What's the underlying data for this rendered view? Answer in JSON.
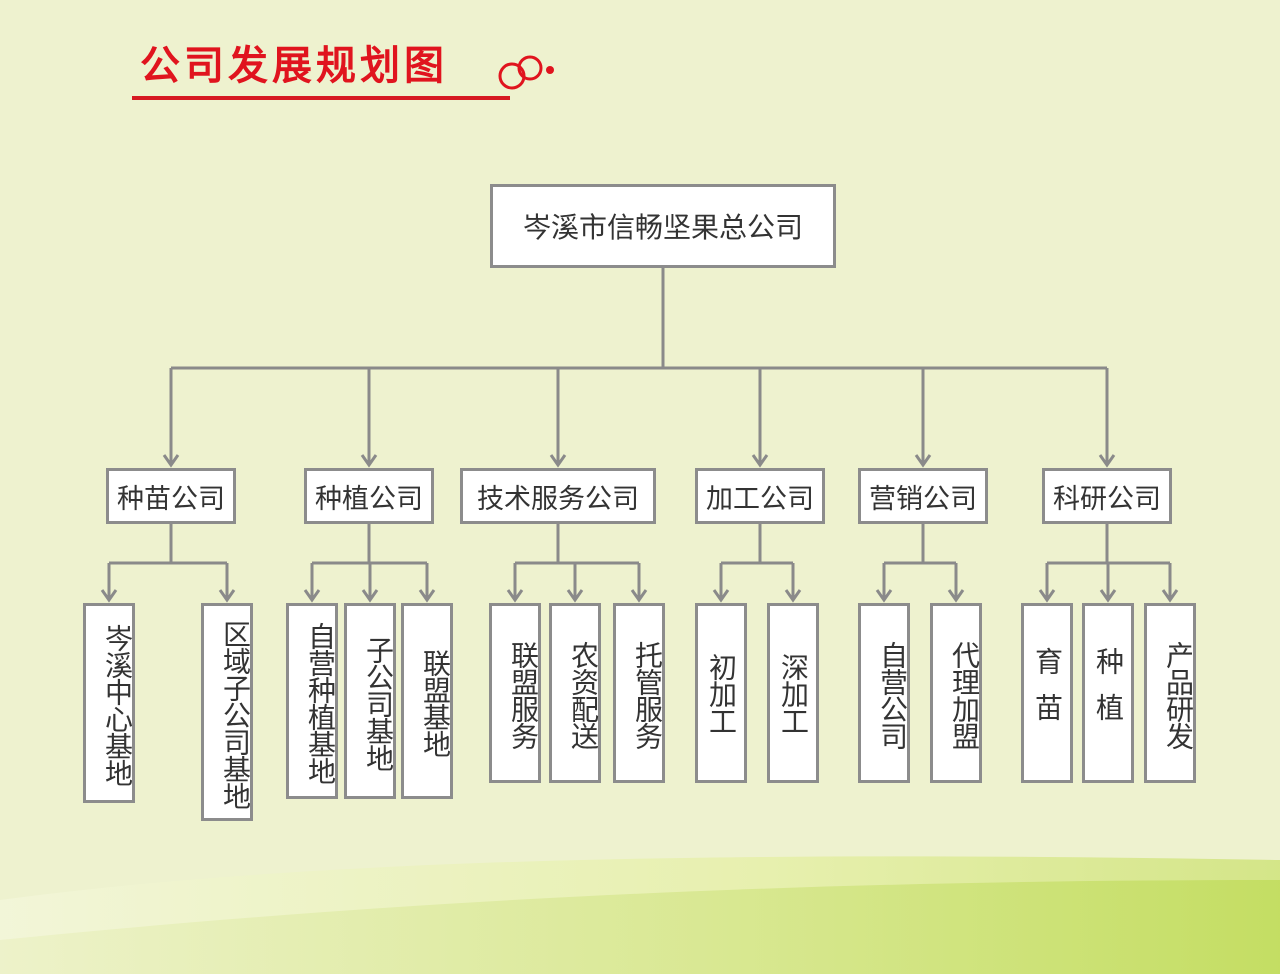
{
  "title": "公司发展规划图",
  "colors": {
    "title": "#e0141e",
    "background": "#eef2cf",
    "box_border": "#8c8c8c",
    "connector": "#8a8a8a"
  },
  "root": "岑溪市信畅坚果总公司",
  "branches": [
    {
      "name": "种苗公司",
      "children": [
        "岑溪中心基地",
        "区域子公司基地"
      ]
    },
    {
      "name": "种植公司",
      "children": [
        "自营种植基地",
        "子公司基地",
        "联盟基地"
      ]
    },
    {
      "name": "技术服务公司",
      "children": [
        "联盟服务",
        "农资配送",
        "托管服务"
      ]
    },
    {
      "name": "加工公司",
      "children": [
        "初加工",
        "深加工"
      ]
    },
    {
      "name": "营销公司",
      "children": [
        "自营公司",
        "代理加盟"
      ]
    },
    {
      "name": "科研公司",
      "children": [
        "育苗",
        "种植",
        "产品研发"
      ]
    }
  ]
}
